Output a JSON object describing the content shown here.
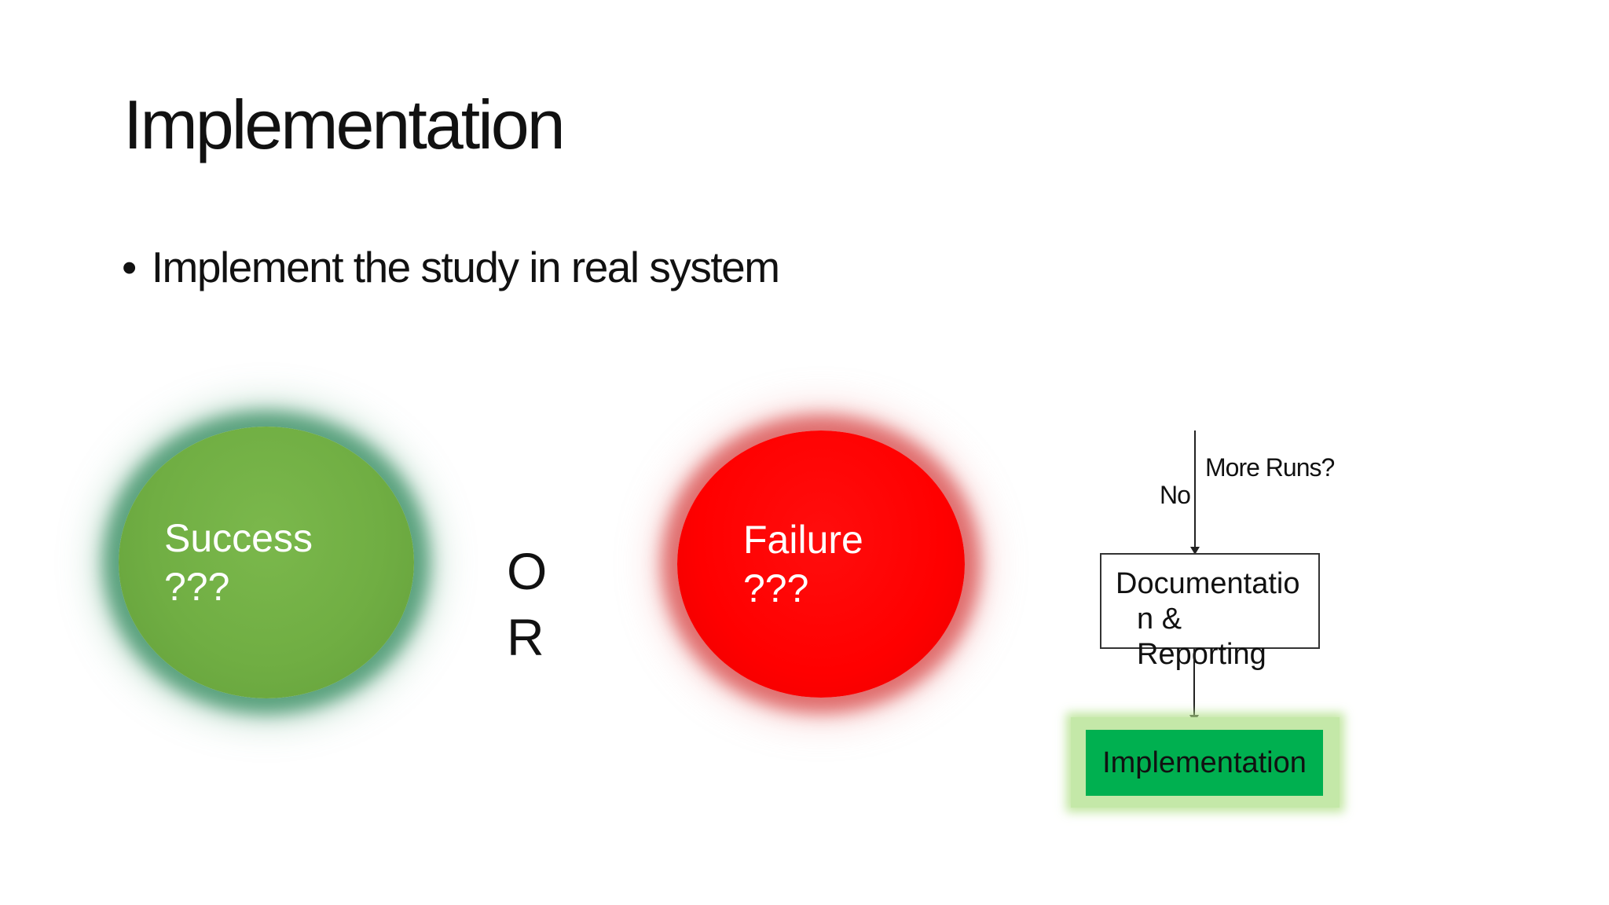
{
  "slide": {
    "title": "Implementation",
    "bullets": [
      "Implement the study in real system"
    ]
  },
  "outcomes": {
    "success": {
      "line1": "Success",
      "line2": "???",
      "color": "#70ad47"
    },
    "or_letters": [
      "O",
      "R"
    ],
    "failure": {
      "line1": "Failure",
      "line2": "???",
      "color": "#ff0000"
    }
  },
  "flowchart": {
    "decision_label": "More Runs?",
    "branch_label": "No",
    "doc_box": {
      "line1": "Documentatio",
      "line2": "n  &",
      "line3": "Reporting"
    },
    "final_box": {
      "label": "Implementation",
      "color": "#00b050"
    }
  }
}
